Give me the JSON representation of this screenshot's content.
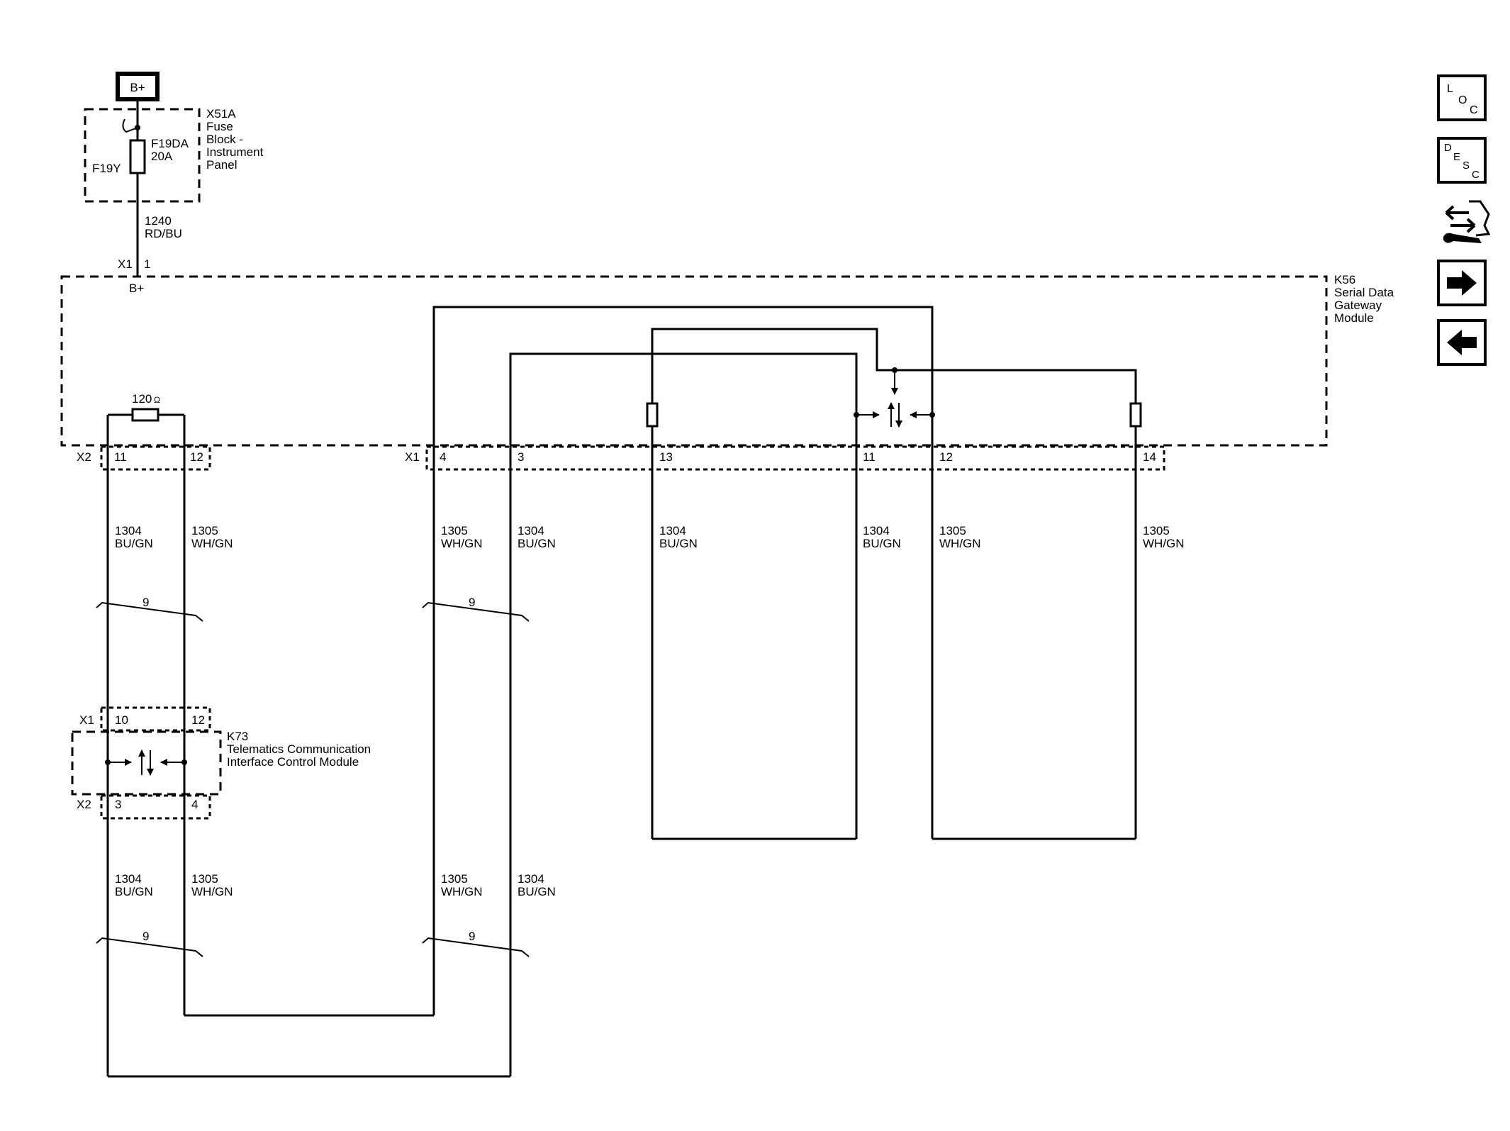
{
  "power": {
    "source_label": "B+",
    "fuse_block_id": "X51A",
    "fuse_block_name_1": "Fuse",
    "fuse_block_name_2": "Block -",
    "fuse_block_name_3": "Instrument",
    "fuse_block_name_4": "Panel",
    "fuse_id": "F19DA",
    "fuse_rating": "20A",
    "fuse_terminal": "F19Y",
    "wire_circuit": "1240",
    "wire_color": "RD/BU",
    "connector": "X1",
    "pin": "1",
    "pin_label": "B+"
  },
  "gateway": {
    "id": "K56",
    "name_1": "Serial Data",
    "name_2": "Gateway",
    "name_3": "Module",
    "resistor_value": "120",
    "resistor_unit": "Ω",
    "x2_label": "X2",
    "x2_pin_a": "11",
    "x2_pin_b": "12",
    "x1_label": "X1",
    "x1_pins": [
      "4",
      "3",
      "13",
      "11",
      "12",
      "14"
    ]
  },
  "telematics": {
    "id": "K73",
    "name_1": "Telematics Communication",
    "name_2": "Interface Control Module",
    "x1_label": "X1",
    "x1_pin_a": "10",
    "x1_pin_b": "12",
    "x2_label": "X2",
    "x2_pin_a": "3",
    "x2_pin_b": "4"
  },
  "wires": {
    "bu_gn_circuit": "1304",
    "bu_gn_color": "BU/GN",
    "wh_gn_circuit": "1305",
    "wh_gn_color": "WH/GN",
    "twist": "9"
  },
  "nav": {
    "loc_l": "L",
    "loc_o": "O",
    "loc_c": "C",
    "desc_d": "D",
    "desc_e": "E",
    "desc_s": "S",
    "desc_c": "C"
  }
}
